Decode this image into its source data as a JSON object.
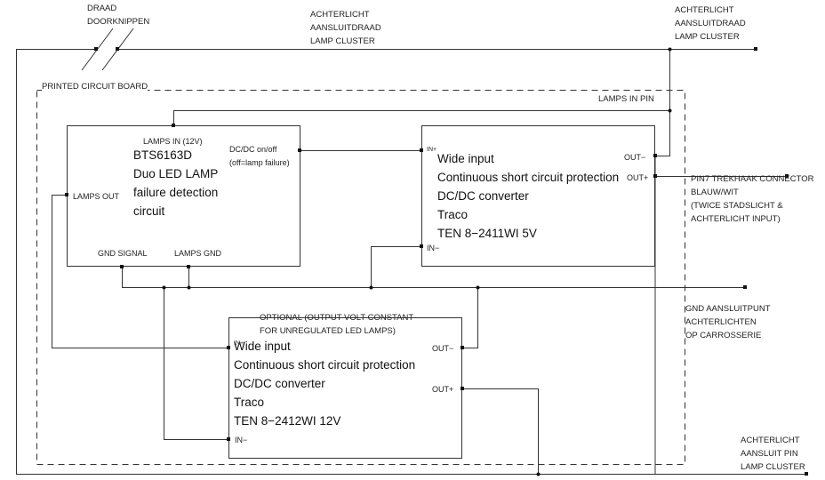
{
  "labels": {
    "cut_wire": [
      "DRAAD",
      "DOORKNIPPEN"
    ],
    "top_wire": [
      "ACHTERLICHT",
      "AANSLUITDRAAD",
      "LAMP CLUSTER"
    ],
    "top_right": [
      "ACHTERLICHT",
      "AANSLUITDRAAD",
      "LAMP CLUSTER"
    ],
    "pcb": "PRINTED CIRCUIT BOARD",
    "lamps_in_pin": "LAMPS IN PIN",
    "trekhaak": [
      "PIN7 TREKHAAK CONNECTOR",
      "BLAUW/WIT",
      "(TWICE STADSLICHT &",
      "ACHTERLICHT INPUT)"
    ],
    "gnd_point": [
      "GND AANSLUITPUNT",
      "ACHTERLICHTEN",
      "OP CARROSSERIE"
    ],
    "bottom_right": [
      "ACHTERLICHT",
      "AANSLUIT PIN",
      "LAMP CLUSTER"
    ],
    "optional": [
      "OPTIONAL (OUTPUT VOLT CONSTANT",
      "FOR UNREGULATED LED LAMPS)"
    ]
  },
  "detector": {
    "lines": [
      "BTS6163D",
      "Duo LED LAMP",
      "failure detection",
      "circuit"
    ],
    "pins": {
      "lamps_in": "LAMPS IN (12V)",
      "dcdc_onoff": "DC/DC on/off",
      "dcdc_note": "(off=lamp failure)",
      "lamps_out": "LAMPS OUT",
      "gnd_signal": "GND SIGNAL",
      "lamps_gnd": "LAMPS GND"
    }
  },
  "converter5v": {
    "lines": [
      "Wide input",
      "Continuous short circuit protection",
      "DC/DC converter",
      "Traco",
      "TEN 8−2411WI 5V"
    ],
    "pins": {
      "in_plus": "IN+",
      "in_minus": "IN−",
      "out_minus": "OUT−",
      "out_plus": "OUT+"
    }
  },
  "converter12v": {
    "lines": [
      "Wide input",
      "Continuous short circuit protection",
      "DC/DC converter",
      "Traco",
      "TEN 8−2412WI 12V"
    ],
    "pins": {
      "in_plus": "IN+",
      "in_minus": "IN−",
      "out_minus": "OUT−",
      "out_plus": "OUT+"
    }
  }
}
